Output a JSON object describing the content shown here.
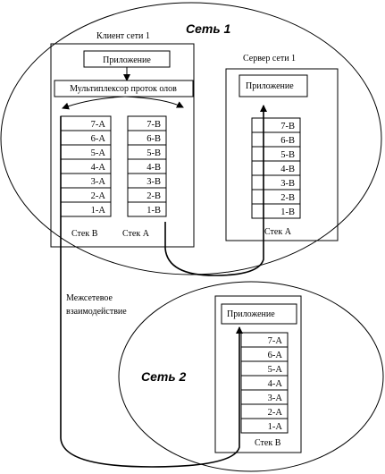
{
  "network1": {
    "title": "Сеть 1",
    "client": {
      "title": "Клиент сети 1",
      "app_label": "Приложение",
      "mux_label": "Мультиплексор проток олов",
      "stack_b": {
        "label": "Стек B",
        "layers": [
          "7-A",
          "6-A",
          "5-A",
          "4-A",
          "3-A",
          "2-A",
          "1-A"
        ]
      },
      "stack_a": {
        "label": "Стек А",
        "layers": [
          "7-B",
          "6-B",
          "5-B",
          "4-B",
          "3-B",
          "2-B",
          "1-B"
        ]
      }
    },
    "server": {
      "title": "Сервер сети 1",
      "app_label": "Приложение",
      "stack": {
        "label": "Стек А",
        "layers": [
          "7-B",
          "6-B",
          "5-B",
          "4-B",
          "3-B",
          "2-B",
          "1-B"
        ]
      }
    }
  },
  "network2": {
    "title": "Сеть 2",
    "host": {
      "app_label": "Приложение",
      "stack": {
        "label": "Стек B",
        "layers": [
          "7-A",
          "6-A",
          "5-A",
          "4-A",
          "3-A",
          "2-A",
          "1-A"
        ]
      }
    }
  },
  "internetwork_label_line1": "Межсетевое",
  "internetwork_label_line2": "взаимодействие"
}
